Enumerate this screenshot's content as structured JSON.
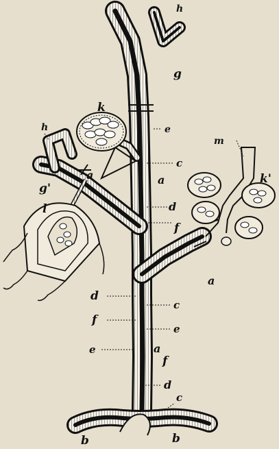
{
  "labels": {
    "h_top": "h",
    "g_top": "g",
    "k_upper": "k",
    "e_upper": "e",
    "h_left": "h",
    "c_upper": "c",
    "a_branch": "a",
    "a_stem_upper": "a",
    "g_left": "g'",
    "m": "m",
    "k_right": "k'",
    "d_mid": "d",
    "l": "l",
    "f_mid": "f",
    "a_right": "a",
    "d_left": "d",
    "c_mid": "c",
    "f_left": "f",
    "e_mid": "e",
    "e_left": "e",
    "a_lower": "a",
    "f_lower": "f",
    "d_lower": "d",
    "c_lower": "c",
    "b_left": "b",
    "b_right": "b"
  },
  "colors": {
    "background": "#e6dfcd",
    "ink": "#111111",
    "cell_layer": "#f4f0e6"
  }
}
